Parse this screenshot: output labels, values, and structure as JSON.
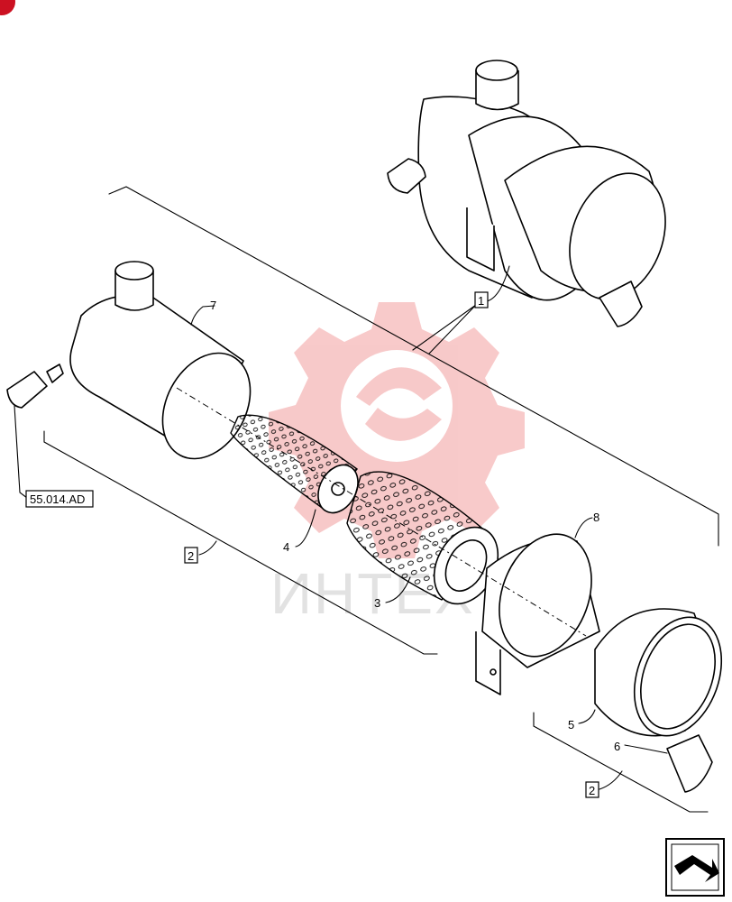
{
  "parts": {
    "assembly": "1",
    "kit_left": "2",
    "kit_right": "2",
    "outer_element": "3",
    "inner_element": "4",
    "cover": "5",
    "valve": "6",
    "housing": "7",
    "bracket": "8"
  },
  "reference": "55.014.AD",
  "watermark": "ИНТЕХ",
  "colors": {
    "watermark": "#f5b8b8",
    "corner_badge": "#cc1122"
  }
}
